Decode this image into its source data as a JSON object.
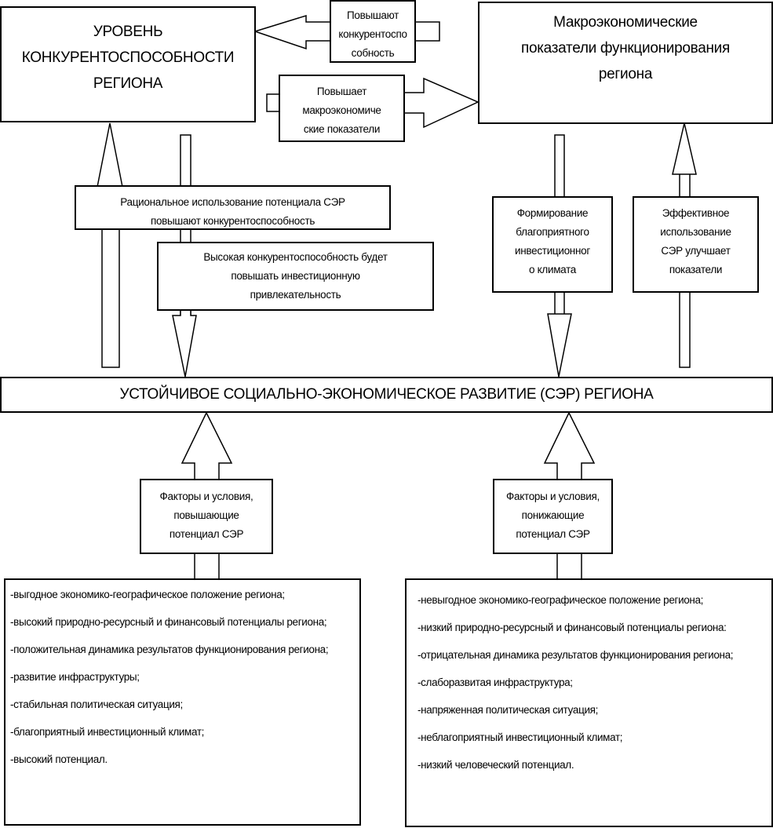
{
  "competitiveness_box": {
    "lines": [
      "УРОВЕНЬ",
      "КОНКУРЕНТОСПОСОБНОСТИ",
      "РЕГИОНА"
    ]
  },
  "macro_box": {
    "lines": [
      "Макроэкономические",
      "показатели функционирования",
      "региона"
    ]
  },
  "increase_competitiveness_box": {
    "lines": [
      "Повышают",
      "конкурентоспо",
      "собность"
    ]
  },
  "increase_macro_box": {
    "lines": [
      "Повышает",
      "макроэкономиче",
      "ские показатели"
    ]
  },
  "rational_use_box": {
    "lines": [
      "Рациональное использование потенциала СЭР",
      "повышают конкурентоспособность"
    ]
  },
  "high_competitiveness_box": {
    "lines": [
      "Высокая конкурентоспособность будет",
      "повышать инвестиционную",
      "привлекательность"
    ]
  },
  "investment_climate_box": {
    "lines": [
      "Формирование",
      "благоприятного",
      "инвестиционног",
      "о климата"
    ]
  },
  "effective_use_box": {
    "lines": [
      "Эффективное",
      "использование",
      "СЭР улучшает",
      "показатели"
    ]
  },
  "main_box": {
    "title": "УСТОЙЧИВОЕ СОЦИАЛЬНО-ЭКОНОМИЧЕСКОЕ РАЗВИТИЕ (СЭР) РЕГИОНА"
  },
  "positive_factors_box": {
    "lines": [
      "Факторы и условия,",
      "повышающие",
      "потенциал СЭР"
    ]
  },
  "negative_factors_box": {
    "lines": [
      "Факторы и условия,",
      "понижающие",
      "потенциал СЭР"
    ]
  },
  "positive_list": [
    "-выгодное экономико-географическое положение региона;",
    "-высокий природно-ресурсный и финансовый потенциалы региона;",
    "-положительная динамика результатов функционирования региона;",
    "-развитие инфраструктуры;",
    "-стабильная политическая ситуация;",
    "-благоприятный инвестиционный климат;",
    "-высокий потенциал."
  ],
  "negative_list": [
    "-невыгодное экономико-географическое положение региона;",
    "-низкий природно-ресурсный и финансовый потенциалы региона:",
    "-отрицательная динамика результатов функционирования региона;",
    "-слаборазвитая инфраструктура;",
    "-напряженная политическая ситуация;",
    "-неблагоприятный инвестиционный климат;",
    "-низкий человеческий потенциал."
  ]
}
